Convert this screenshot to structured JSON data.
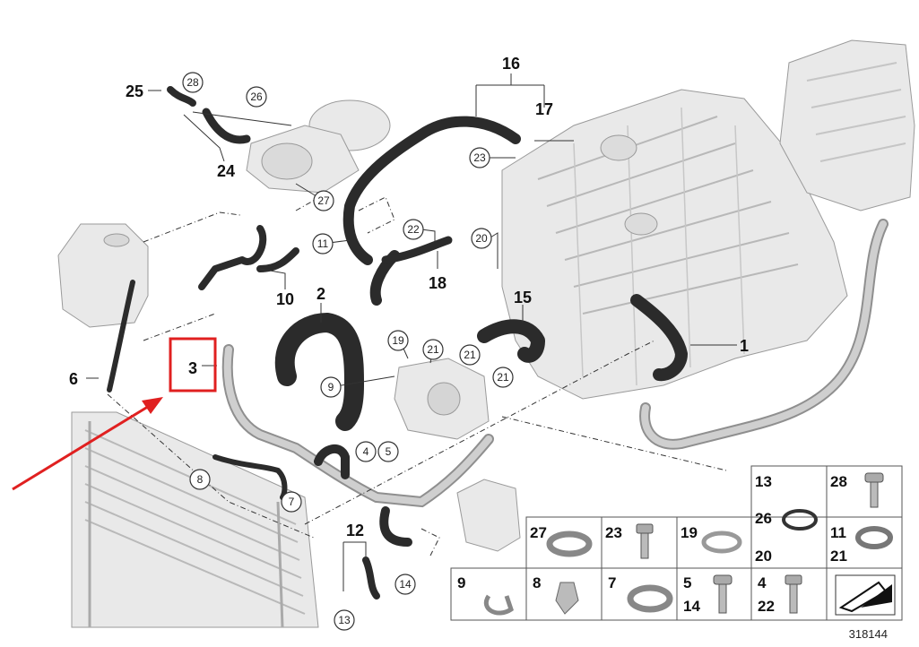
{
  "diagram_id": "318144",
  "highlight": {
    "label": "3",
    "color": "#e02020"
  },
  "callouts_bold": [
    "16",
    "17",
    "25",
    "24",
    "10",
    "2",
    "18",
    "15",
    "1",
    "6",
    "3",
    "12"
  ],
  "callouts_circled": [
    "28",
    "26",
    "27",
    "11",
    "22",
    "20",
    "23",
    "19",
    "21",
    "21",
    "21",
    "9",
    "8",
    "7",
    "4",
    "5",
    "13",
    "14"
  ],
  "legend": {
    "row1": {
      "c1": "13",
      "c2a": "26",
      "c2b": "20",
      "c3": "28",
      "c4a": "11",
      "c4b": "21"
    },
    "row2": {
      "c1": "27",
      "c2": "23",
      "c3": "19"
    },
    "row3": {
      "c1": "9",
      "c2": "8",
      "c3": "7",
      "c4a": "5",
      "c4b": "14",
      "c5a": "4",
      "c5b": "22"
    }
  }
}
